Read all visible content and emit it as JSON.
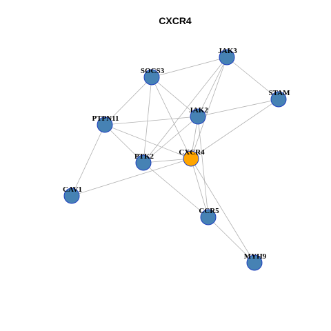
{
  "title": "CXCR4",
  "colors": {
    "node_fill": "#4682b4",
    "node_stroke": "#1f3fbf",
    "focus_fill": "#ffa500",
    "focus_stroke": "#1f3fbf",
    "edge": "#b0b0b0",
    "background": "#ffffff"
  },
  "nodes": [
    {
      "id": "CXCR4",
      "label": "CXCR4",
      "focus": true
    },
    {
      "id": "JAK3",
      "label": "JAK3",
      "focus": false
    },
    {
      "id": "SOCS3",
      "label": "SOCS3",
      "focus": false
    },
    {
      "id": "STAM",
      "label": "STAM",
      "focus": false
    },
    {
      "id": "JAK2",
      "label": "JAK2",
      "focus": false
    },
    {
      "id": "PTPN11",
      "label": "PTPN11",
      "focus": false
    },
    {
      "id": "PTK2",
      "label": "PTK2",
      "focus": false
    },
    {
      "id": "CAV1",
      "label": "CAV1",
      "focus": false
    },
    {
      "id": "CCR5",
      "label": "CCR5",
      "focus": false
    },
    {
      "id": "MYH9",
      "label": "MYH9",
      "focus": false
    }
  ],
  "edges": [
    [
      "SOCS3",
      "JAK3"
    ],
    [
      "JAK3",
      "STAM"
    ],
    [
      "JAK3",
      "JAK2"
    ],
    [
      "JAK3",
      "CXCR4"
    ],
    [
      "JAK3",
      "PTK2"
    ],
    [
      "SOCS3",
      "PTPN11"
    ],
    [
      "SOCS3",
      "JAK2"
    ],
    [
      "SOCS3",
      "CXCR4"
    ],
    [
      "SOCS3",
      "PTK2"
    ],
    [
      "STAM",
      "JAK2"
    ],
    [
      "STAM",
      "CXCR4"
    ],
    [
      "PTPN11",
      "JAK2"
    ],
    [
      "PTPN11",
      "PTK2"
    ],
    [
      "PTPN11",
      "CXCR4"
    ],
    [
      "PTPN11",
      "CAV1"
    ],
    [
      "JAK2",
      "CXCR4"
    ],
    [
      "JAK2",
      "PTK2"
    ],
    [
      "JAK2",
      "CCR5"
    ],
    [
      "PTK2",
      "CXCR4"
    ],
    [
      "PTK2",
      "CCR5"
    ],
    [
      "CAV1",
      "CXCR4"
    ],
    [
      "CXCR4",
      "CCR5"
    ],
    [
      "CXCR4",
      "MYH9"
    ],
    [
      "CCR5",
      "MYH9"
    ]
  ]
}
